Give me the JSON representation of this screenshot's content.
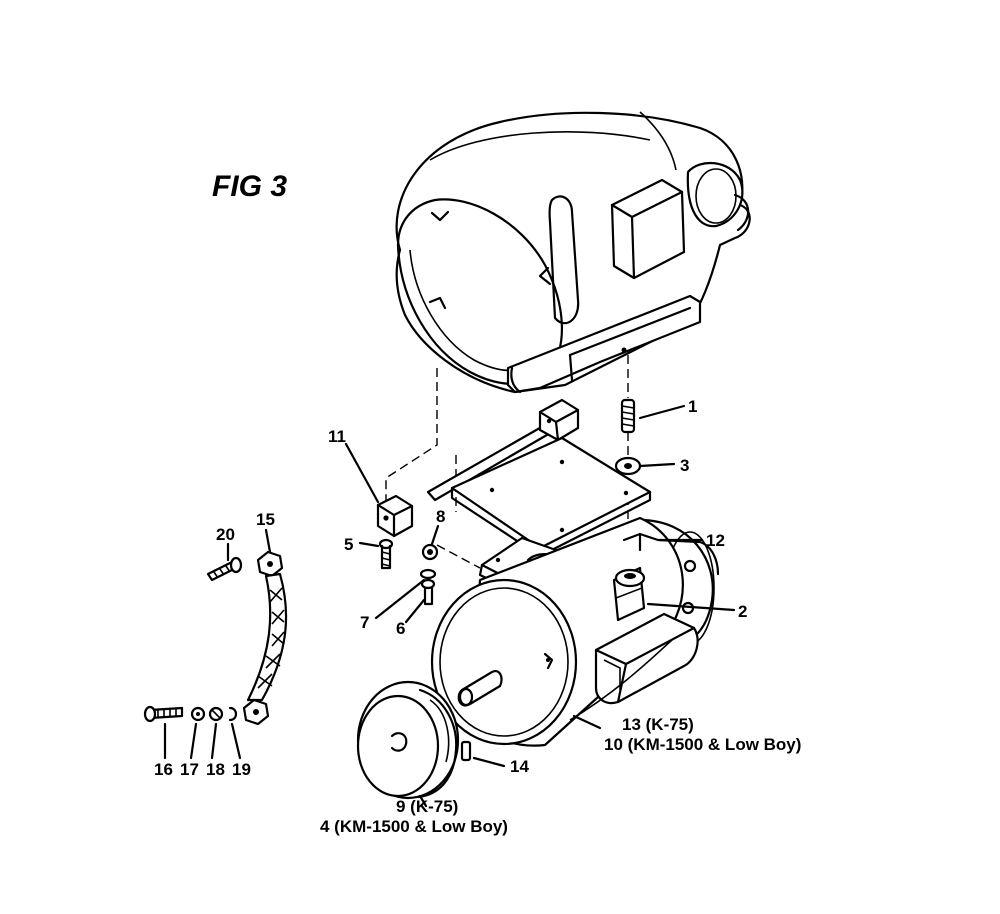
{
  "figure": {
    "title": "FIG 3"
  },
  "callouts": [
    {
      "id": "c1",
      "text": "1"
    },
    {
      "id": "c2",
      "text": "2"
    },
    {
      "id": "c3",
      "text": "3"
    },
    {
      "id": "c5",
      "text": "5"
    },
    {
      "id": "c6",
      "text": "6"
    },
    {
      "id": "c7",
      "text": "7"
    },
    {
      "id": "c8",
      "text": "8"
    },
    {
      "id": "c11",
      "text": "11"
    },
    {
      "id": "c12",
      "text": "12"
    },
    {
      "id": "c14",
      "text": "14"
    },
    {
      "id": "c15",
      "text": "15"
    },
    {
      "id": "c16",
      "text": "16"
    },
    {
      "id": "c17",
      "text": "17"
    },
    {
      "id": "c18",
      "text": "18"
    },
    {
      "id": "c19",
      "text": "19"
    },
    {
      "id": "c20",
      "text": "20"
    }
  ],
  "motor_callout": {
    "line1": "13 (K-75)",
    "line2": "10 (KM-1500 & Low Boy)"
  },
  "pulley_callout": {
    "line1": "9 (K-75)",
    "line2": "4 (KM-1500 & Low Boy)"
  }
}
